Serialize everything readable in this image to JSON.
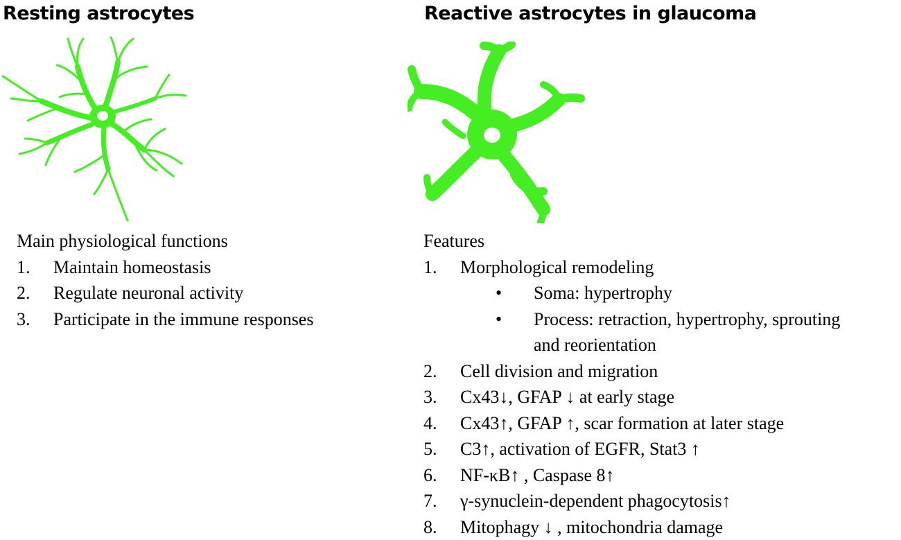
{
  "resting": {
    "title": "Resting astrocytes",
    "functions_header": "Main physiological functions",
    "functions": [
      {
        "num": "1.",
        "text": "Maintain homeostasis"
      },
      {
        "num": "2.",
        "text": "Regulate neuronal activity"
      },
      {
        "num": "3.",
        "text": "Participate in the immune responses"
      }
    ]
  },
  "reactive": {
    "title": "Reactive astrocytes in glaucoma",
    "features_header": "Features",
    "item1": {
      "num": "1.",
      "text": "Morphological remodeling",
      "bullets": [
        {
          "mark": "•",
          "text": "Soma: hypertrophy"
        },
        {
          "mark": "•",
          "text": "Process: retraction, hypertrophy, sprouting",
          "cont": "and reorientation"
        }
      ]
    },
    "features": [
      {
        "num": "2.",
        "text": "Cell division and migration"
      },
      {
        "num": "3.",
        "text": "Cx43↓, GFAP ↓ at early stage"
      },
      {
        "num": "4.",
        "text": "Cx43↑, GFAP ↑, scar formation at later stage"
      },
      {
        "num": "5.",
        "text": "C3↑, activation of EGFR, Stat3 ↑"
      },
      {
        "num": "6.",
        "text": "NF-κB↑ , Caspase 8↑"
      },
      {
        "num": "7.",
        "text": "γ-synuclein-dependent phagocytosis↑"
      },
      {
        "num": "8.",
        "text": "Mitophagy ↓ , mitochondria damage"
      }
    ]
  },
  "colors": {
    "astrocyte": "#44ee22",
    "text": "#000000",
    "background": "#ffffff"
  },
  "icons": {
    "resting_cell": "resting-astrocyte-icon",
    "reactive_cell": "reactive-astrocyte-icon"
  }
}
